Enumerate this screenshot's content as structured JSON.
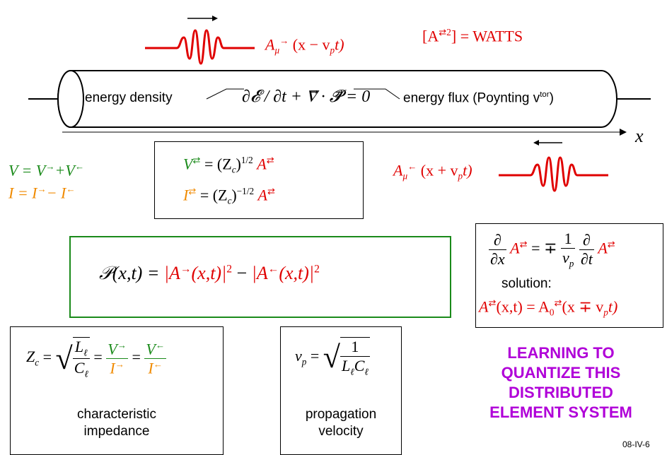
{
  "top": {
    "wave_amp_label": "A",
    "wave_arg": "(x − v",
    "wave_arg_tail": "t)",
    "watts_lhs": "[A",
    "watts_rhs": "] = WATTS"
  },
  "tube": {
    "left_label": "energy density",
    "equation": "∂𝓔 / ∂t + ∇⃗ · 𝓟⃗ = 0",
    "right_label": "energy flux (Poynting v",
    "right_label_sup": "tor",
    "right_label_end": ")"
  },
  "axis": {
    "label": "x"
  },
  "vi": {
    "v_eq": "V = V",
    "v_plus": "+V",
    "i_eq": "I  = I",
    "i_minus": "− I"
  },
  "conversion_box": {
    "line1": "V",
    "line1_rhs": "= (Z",
    "line1_exp": "1/2",
    "line1_tail": "A",
    "line2": "I",
    "line2_rhs": "= (Z",
    "line2_exp": "−1/2",
    "line2_tail": "A"
  },
  "backward_wave": {
    "label": "A",
    "arg": "(x + v",
    "arg_tail": "t)"
  },
  "power_box": {
    "lhs": "𝒫(x,t) =",
    "term1": "|A",
    "term1_arg": "(x,t)|",
    "minus": "−",
    "term2": "|A",
    "term2_arg": "(x,t)|"
  },
  "wave_eq_box": {
    "solution_label": "solution:",
    "sol_lhs": "A",
    "sol_arg": "(x,t) = A",
    "sol_tail": "(x ∓ v",
    "sol_end": "t)",
    "mp": "= ∓"
  },
  "impedance_box": {
    "caption_line1": "characteristic",
    "caption_line2": "impedance"
  },
  "velocity_box": {
    "caption_line1": "propagation",
    "caption_line2": "velocity"
  },
  "headline": {
    "line1": "LEARNING TO",
    "line2": "QUANTIZE THIS",
    "line3": "DISTRIBUTED",
    "line4": "ELEMENT SYSTEM"
  },
  "footer": {
    "slide_id": "08-IV-6"
  },
  "colors": {
    "red": "#e00000",
    "green": "#1a8a1a",
    "orange": "#f08a00",
    "purple": "#b000d8",
    "box_border": "#000000",
    "power_box_border": "#1a8a1a"
  }
}
